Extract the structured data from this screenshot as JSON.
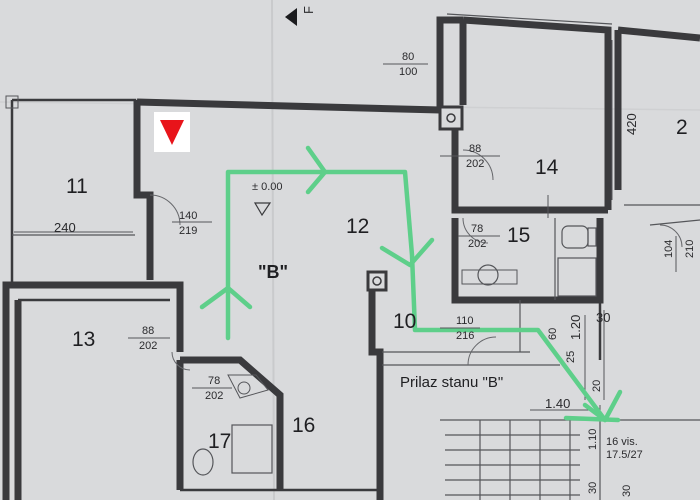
{
  "plan": {
    "colors": {
      "background": "#d9dadc",
      "walls": "#3a3a3d",
      "route": "#5ecf8a",
      "marker": "#e8141a"
    },
    "top_fragment": "F",
    "rooms": [
      {
        "id": "room-11",
        "label": "11"
      },
      {
        "id": "room-12",
        "label": "12"
      },
      {
        "id": "room-13",
        "label": "13"
      },
      {
        "id": "room-14",
        "label": "14"
      },
      {
        "id": "room-15",
        "label": "15"
      },
      {
        "id": "room-16",
        "label": "16"
      },
      {
        "id": "room-17",
        "label": "17"
      },
      {
        "id": "room-10",
        "label": "10"
      },
      {
        "id": "room-2",
        "label": "2"
      }
    ],
    "unit_label": "\"B\"",
    "level_mark": "± 0.00",
    "approach_label": "Prilaz stanu \"B\"",
    "door_sizes": [
      {
        "top": "80",
        "bottom": "100"
      },
      {
        "top": "140",
        "bottom": "219"
      },
      {
        "top": "88",
        "bottom": "202"
      },
      {
        "top": "78",
        "bottom": "202"
      },
      {
        "top": "88",
        "bottom": "202"
      },
      {
        "top": "78",
        "bottom": "202"
      },
      {
        "top": "110",
        "bottom": "216"
      },
      {
        "top": "104",
        "bottom": "210"
      }
    ],
    "dimensions": {
      "d240": "240",
      "d420": "420",
      "d120": "1.20",
      "d60": "60",
      "d30a": "30",
      "d25": "25",
      "d20": "20",
      "d140": "1.40",
      "d110": "1.10",
      "d30b": "30",
      "d30c": "30"
    },
    "stairs": {
      "line1": "16 vis.",
      "line2": "17.5/27"
    },
    "icons": [
      "warning-triangle-icon",
      "entrance-marker-icon",
      "route-arrow-icon"
    ]
  }
}
